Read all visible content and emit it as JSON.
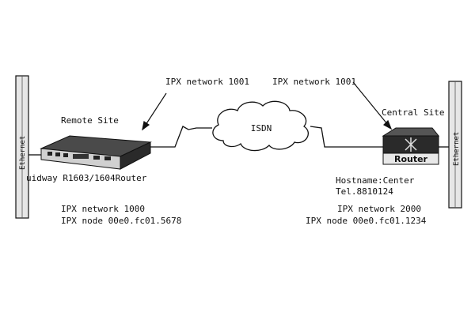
{
  "labels": {
    "ipx_network_1001_left": "IPX network 1001",
    "ipx_network_1001_right": "IPX network 1001",
    "remote_site": "Remote Site",
    "central_site": "Central Site",
    "isdn": "ISDN",
    "router_model": "uidway R1603/1604Router",
    "hostname": "Hostname:Center",
    "tel": "Tel.8810124",
    "ipx_network_1000": "IPX network 1000",
    "ipx_node_left": "IPX node 00e0.fc01.5678",
    "ipx_network_2000": "IPX network 2000",
    "ipx_node_right": "IPX node 00e0.fc01.1234",
    "ethernet_left": "Ethernet",
    "ethernet_right": "Ethernet",
    "router_badge": "Router"
  },
  "icons": {
    "left_device": "rack-router-icon",
    "right_device": "router-icon",
    "cloud": "isdn-cloud-icon"
  },
  "colors": {
    "line": "#111111",
    "device_dark": "#2a2a2a",
    "device_mid": "#5a5a5a",
    "pole_fill": "#e6e6e6"
  }
}
